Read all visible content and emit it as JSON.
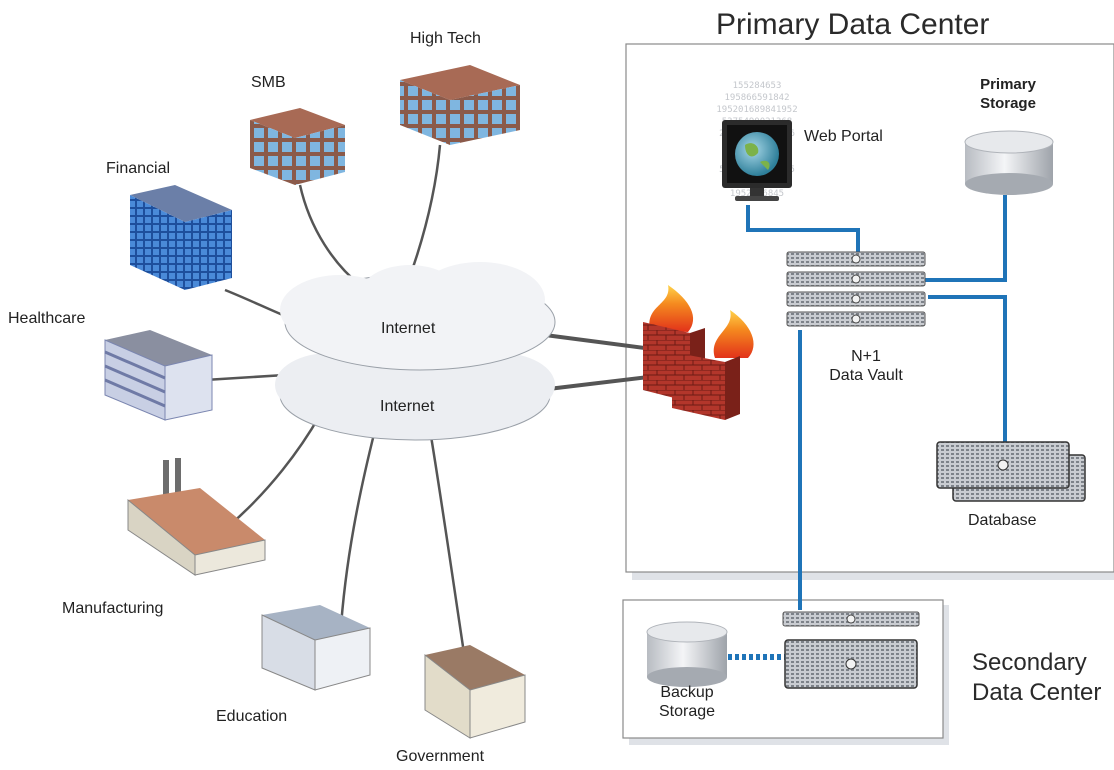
{
  "primary_dc": {
    "title": "Primary Data Center"
  },
  "secondary_dc": {
    "title_line1": "Secondary",
    "title_line2": "Data Center"
  },
  "nodes": {
    "high_tech": "High Tech",
    "smb": "SMB",
    "financial": "Financial",
    "healthcare": "Healthcare",
    "manufacturing": "Manufacturing",
    "education": "Education",
    "government": "Government",
    "internet_top": "Internet",
    "internet_bottom": "Internet",
    "web_portal": "Web Portal",
    "primary_storage_line1": "Primary",
    "primary_storage_line2": "Storage",
    "data_vault_line1": "N+1",
    "data_vault_line2": "Data Vault",
    "database": "Database",
    "backup_storage_line1": "Backup",
    "backup_storage_line2": "Storage"
  },
  "monitor_digits": [
    "155284653",
    "195866591842",
    "195201689841952",
    "5375490021368",
    "20168984195276",
    "952016842668",
    "6546166901694",
    "55465589661665",
    "195201689840",
    "1952016845"
  ],
  "colors": {
    "link_blue": "#1f74b8",
    "link_gray": "#555555",
    "panel_border": "#8a8a8a",
    "cloud_fill": "#eceef2",
    "brick": "#b3362b",
    "flame": "#f58a1f"
  }
}
